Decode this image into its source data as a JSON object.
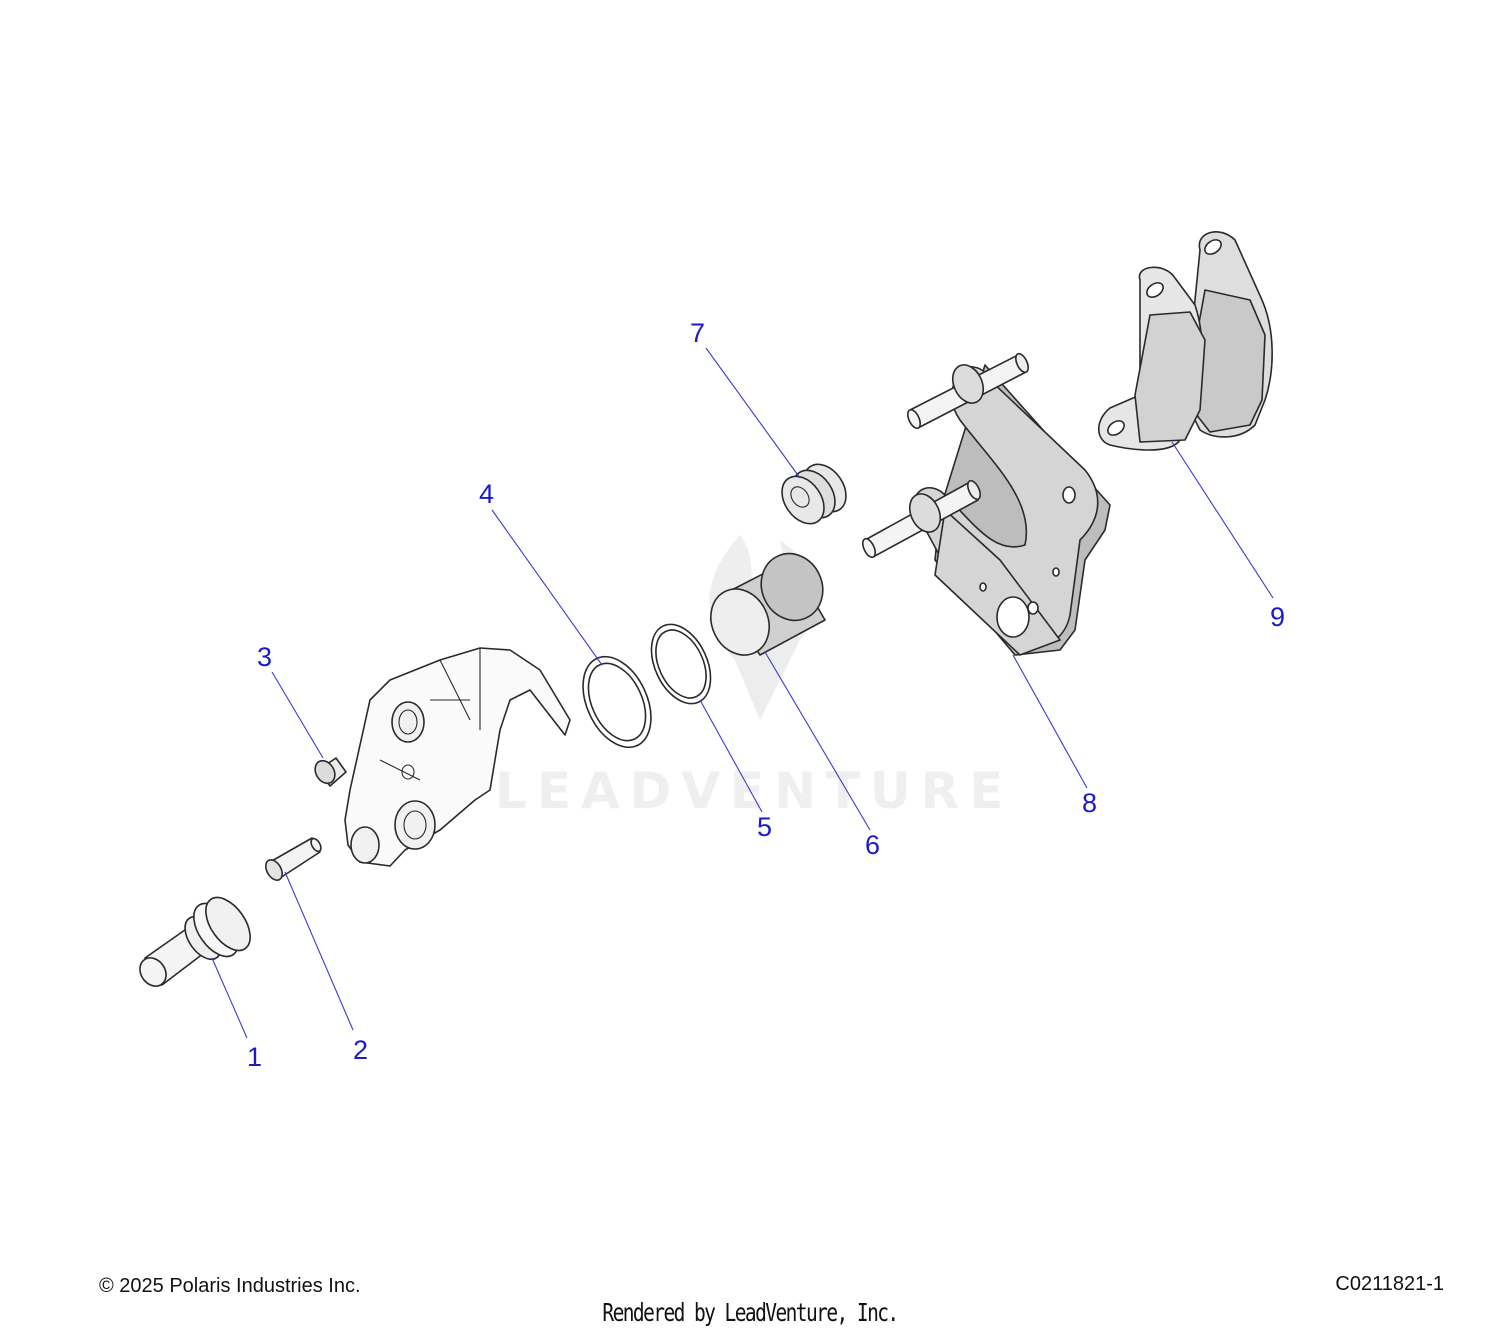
{
  "callouts": [
    "1",
    "2",
    "3",
    "4",
    "5",
    "6",
    "7",
    "8",
    "9"
  ],
  "watermark": {
    "text": "LEADVENTURE"
  },
  "footer": {
    "copyright": "© 2025 Polaris Industries Inc.",
    "drawing_code": "C0211821-1",
    "rendered_by": "Rendered by LeadVenture, Inc."
  },
  "colors": {
    "callout": "#1a1acc",
    "part_fill": "#f4f4f4",
    "part_dark": "#bdbdbd",
    "background": "#ffffff"
  }
}
